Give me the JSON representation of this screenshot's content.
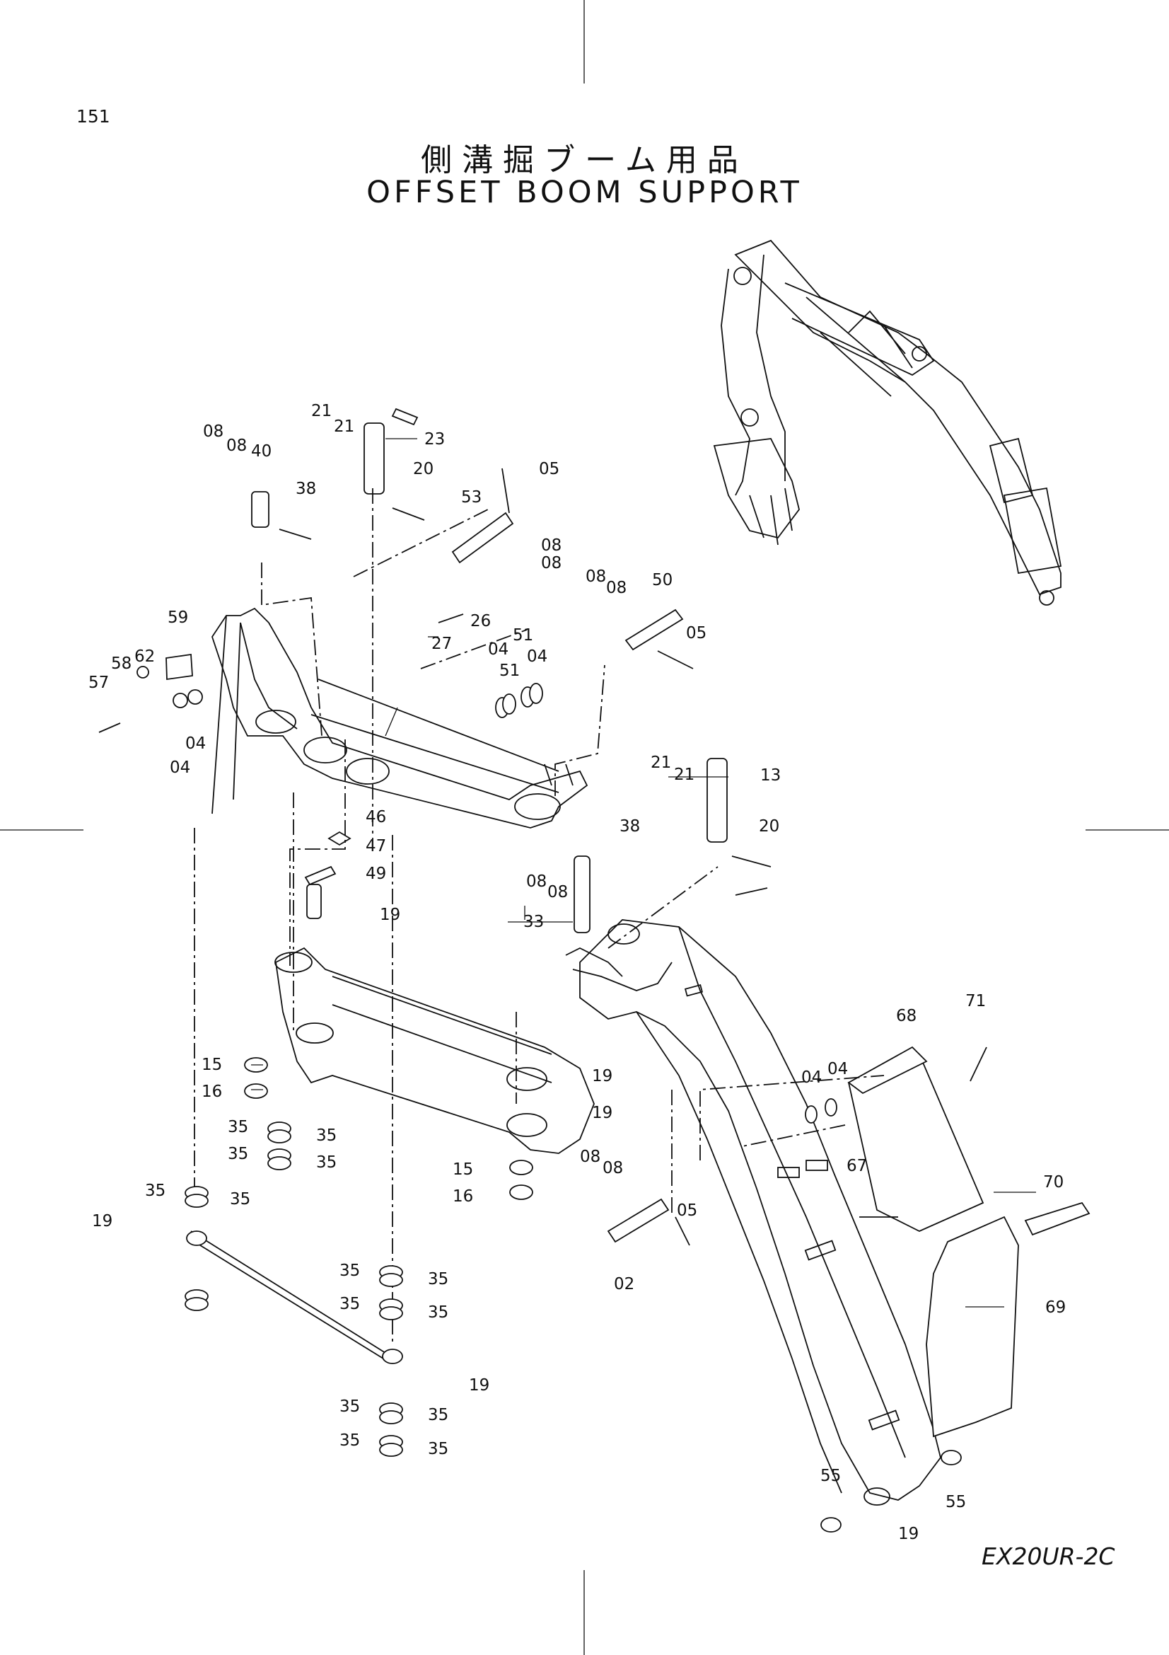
{
  "page": {
    "number": "151",
    "model": "EX20UR-2C"
  },
  "title": {
    "japanese": "側溝掘ブーム用品",
    "english": "OFFSET BOOM SUPPORT"
  },
  "callouts": [
    "08",
    "08",
    "40",
    "21",
    "21",
    "23",
    "38",
    "20",
    "05",
    "53",
    "08",
    "08",
    "59",
    "26",
    "27",
    "08",
    "08",
    "50",
    "58",
    "62",
    "57",
    "04",
    "51",
    "51",
    "04",
    "05",
    "04",
    "04",
    "21",
    "21",
    "13",
    "46",
    "47",
    "20",
    "49",
    "38",
    "08",
    "08",
    "19",
    "33",
    "15",
    "16",
    "19",
    "19",
    "35",
    "35",
    "35",
    "35",
    "68",
    "71",
    "04",
    "04",
    "15",
    "16",
    "08",
    "08",
    "67",
    "70",
    "05",
    "35",
    "35",
    "19",
    "02",
    "35",
    "35",
    "35",
    "35",
    "69",
    "19",
    "35",
    "35",
    "35",
    "35",
    "55",
    "55",
    "19"
  ]
}
